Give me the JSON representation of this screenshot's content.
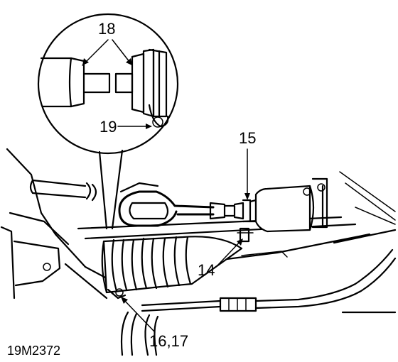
{
  "callouts": {
    "c18": "18",
    "c19": "19",
    "c15": "15",
    "c14": "14",
    "c1617": "16,17"
  },
  "reference_code": "19M2372"
}
